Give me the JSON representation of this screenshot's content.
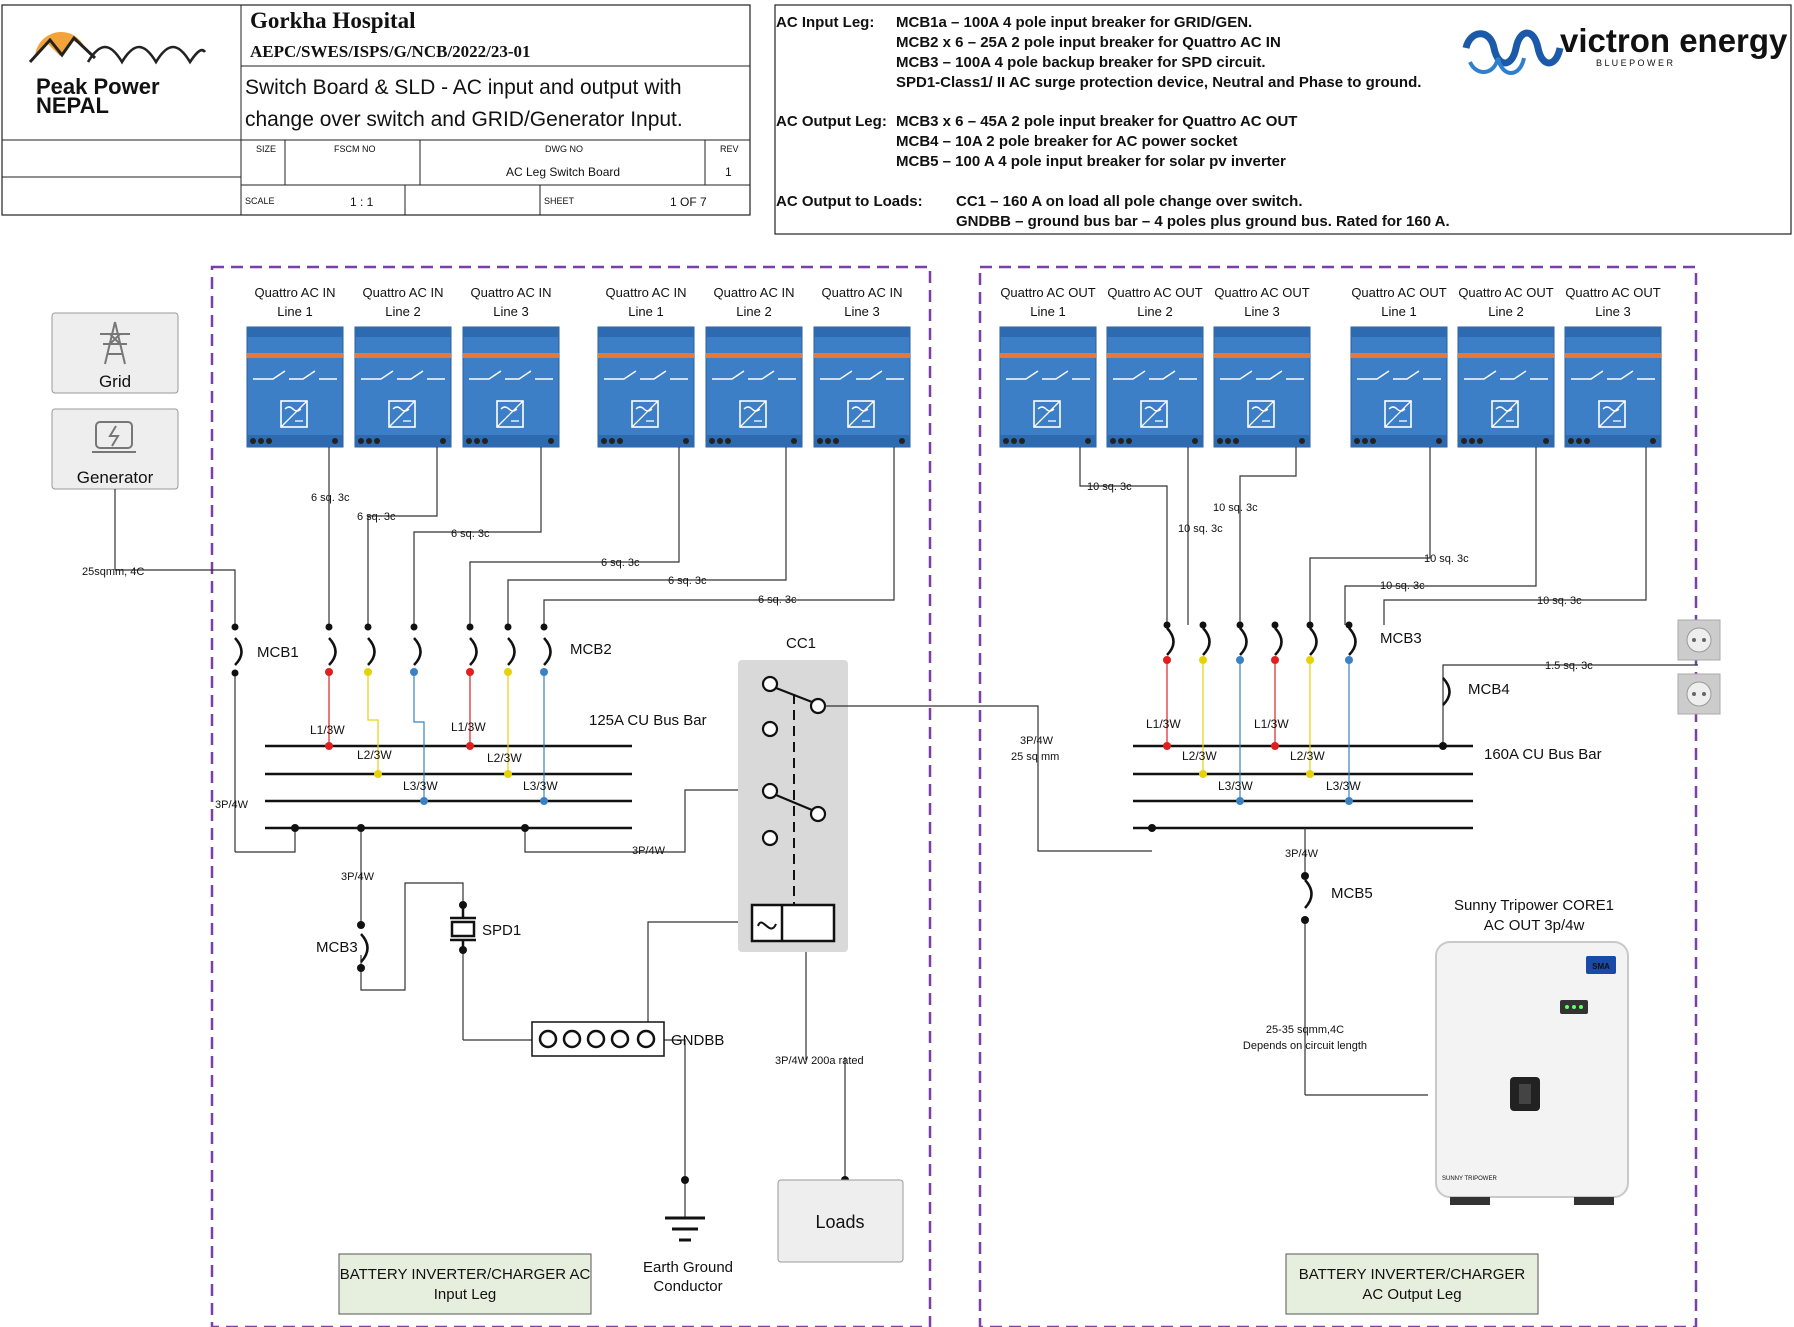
{
  "titleblock": {
    "logo_line1": "Peak Power",
    "logo_line2": "NEPAL",
    "hospital": "Gorkha Hospital",
    "project_code": "AEPC/SWES/ISPS/G/NCB/2022/23-01",
    "title_line1": "Switch Board & SLD - AC input and output with",
    "title_line2": "change over switch and GRID/Generator Input.",
    "size_label": "SIZE",
    "fscm_label": "FSCM NO",
    "dwg_label": "DWG NO",
    "dwg_value": "AC Leg Switch Board",
    "rev_label": "REV",
    "rev_value": "1",
    "scale_label": "SCALE",
    "scale_value": "1 : 1",
    "sheet_label": "SHEET",
    "sheet_value": "1 OF 7"
  },
  "legend": {
    "input_head": "AC Input Leg:",
    "input_lines": [
      "MCB1a – 100A 4 pole input breaker for GRID/GEN.",
      "MCB2 x 6 – 25A 2 pole input breaker for Quattro AC IN",
      "MCB3 – 100A 4 pole backup breaker for SPD circuit.",
      "SPD1-Class1/ II AC surge protection device, Neutral and Phase to ground."
    ],
    "output_head": "AC Output Leg:",
    "output_lines": [
      "MCB3 x 6 – 45A 2 pole input breaker for Quattro AC OUT",
      "MCB4 – 10A 2 pole breaker for AC power socket",
      "MCB5 – 100 A 4 pole input breaker for solar pv inverter"
    ],
    "loads_head": "AC Output to Loads:",
    "loads_lines": [
      "CC1 – 160 A on load all pole change over switch.",
      "GNDBB – ground bus bar – 4 poles plus ground bus. Rated for 160 A."
    ],
    "brand": "victron energy",
    "brand_tag": "B L U E   P O W E R"
  },
  "sources": {
    "grid": "Grid",
    "generator": "Generator",
    "cable": "25sqmm, 4C"
  },
  "input_leg": {
    "quattros": [
      {
        "l1": "Quattro AC IN",
        "l2": "Line 1"
      },
      {
        "l1": "Quattro AC IN",
        "l2": "Line 2"
      },
      {
        "l1": "Quattro AC IN",
        "l2": "Line 3"
      },
      {
        "l1": "Quattro AC IN",
        "l2": "Line 1"
      },
      {
        "l1": "Quattro AC IN",
        "l2": "Line 2"
      },
      {
        "l1": "Quattro AC IN",
        "l2": "Line 3"
      }
    ],
    "cables": [
      "6 sq. 3c",
      "6 sq. 3c",
      "6 sq. 3c",
      "6 sq. 3c",
      "6 sq. 3c",
      "6 sq. 3c"
    ],
    "mcb1": "MCB1",
    "mcb2": "MCB2",
    "busbar": "125A CU Bus Bar",
    "phase_labels": [
      "L1/3W",
      "L2/3W",
      "L3/3W",
      "L1/3W",
      "L2/3W",
      "L3/3W"
    ],
    "p4w_left": "3P/4W",
    "p4w_cc": "3P/4W",
    "p4w_spd": "3P/4W",
    "mcb3": "MCB3",
    "spd1": "SPD1",
    "gndbb": "GNDBB",
    "earth_line1": "Earth Ground",
    "earth_line2": "Conductor",
    "leg_line1": "BATTERY INVERTER/CHARGER AC",
    "leg_line2": "Input Leg"
  },
  "changeover": {
    "label": "CC1",
    "load_cable": "3P/4W 200a rated",
    "loads": "Loads",
    "link1": "3P/4W",
    "link2": "25 sq mm"
  },
  "output_leg": {
    "quattros": [
      {
        "l1": "Quattro AC OUT",
        "l2": "Line 1"
      },
      {
        "l1": "Quattro AC OUT",
        "l2": "Line 2"
      },
      {
        "l1": "Quattro AC OUT",
        "l2": "Line 3"
      },
      {
        "l1": "Quattro AC OUT",
        "l2": "Line 1"
      },
      {
        "l1": "Quattro AC OUT",
        "l2": "Line 2"
      },
      {
        "l1": "Quattro AC OUT",
        "l2": "Line 3"
      }
    ],
    "cables": [
      "10 sq. 3c",
      "10 sq. 3c",
      "10 sq. 3c",
      "10 sq. 3c",
      "10 sq. 3c",
      "10 sq. 3c"
    ],
    "mcb3": "MCB3",
    "mcb4": "MCB4",
    "socket_cable": "1.5 sq. 3c",
    "busbar": "160A CU Bus Bar",
    "phase_labels": [
      "L1/3W",
      "L2/3W",
      "L3/3W",
      "L1/3W",
      "L2/3W",
      "L3/3W"
    ],
    "p4w": "3P/4W",
    "mcb5": "MCB5",
    "pv_cable1": "25-35 sqmm,4C",
    "pv_cable2": "Depends on circuit length",
    "inverter_line1": "Sunny Tripower CORE1",
    "inverter_line2": "AC OUT 3p/4w",
    "inverter_brand": "SMA",
    "inverter_small": "SUNNY TRIPOWER",
    "leg_line1": "BATTERY INVERTER/CHARGER",
    "leg_line2": "AC Output Leg"
  }
}
